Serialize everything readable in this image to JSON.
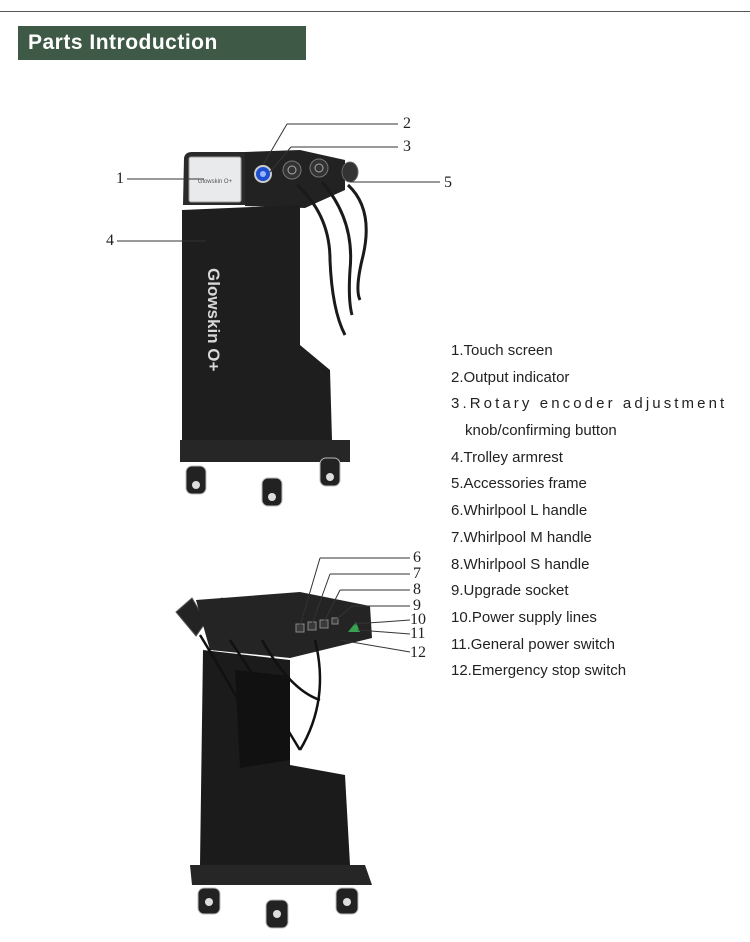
{
  "header": {
    "title": "Parts Introduction"
  },
  "product": {
    "brand": "Glowskin O+",
    "screen_label": "Glowskin O+"
  },
  "callouts": {
    "top": [
      "1",
      "2",
      "3",
      "4",
      "5"
    ],
    "bottom": [
      "6",
      "7",
      "8",
      "9",
      "10",
      "11",
      "12"
    ]
  },
  "parts_list": [
    "1.Touch screen",
    "2.Output indicator",
    "3.Rotary encoder adjustment",
    "knob/confirming button",
    "4.Trolley armrest",
    "5.Accessories frame",
    "6.Whirlpool L handle",
    "7.Whirlpool M handle",
    "8.Whirlpool S handle",
    "9.Upgrade socket",
    "10.Power supply lines",
    "11.General power switch",
    "12.Emergency stop switch"
  ],
  "colors": {
    "banner": "#3e5a47",
    "machine": "#1e1e1e",
    "knob": "#1f4fd1"
  }
}
